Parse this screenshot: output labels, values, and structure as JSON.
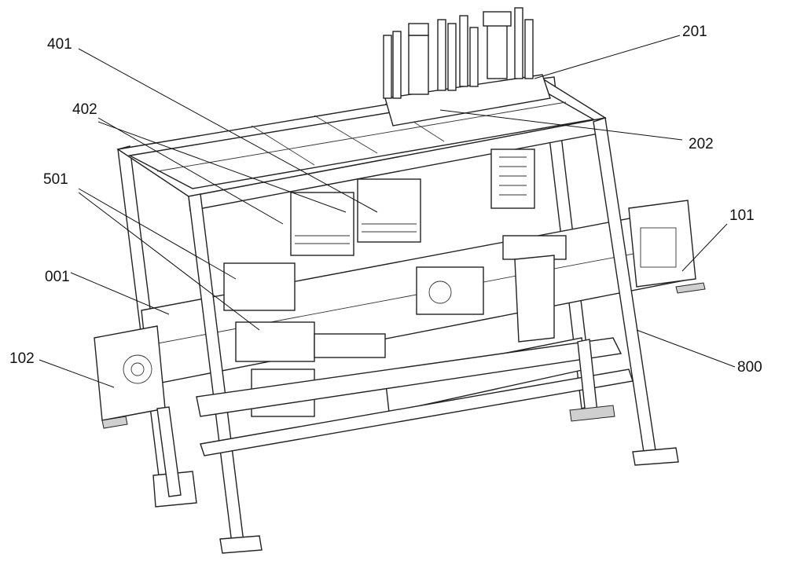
{
  "figure": {
    "labels": {
      "l401": "401",
      "l402": "402",
      "l501": "501",
      "l001": "001",
      "l102": "102",
      "l201": "201",
      "l202": "202",
      "l101": "101",
      "l800": "800"
    }
  }
}
